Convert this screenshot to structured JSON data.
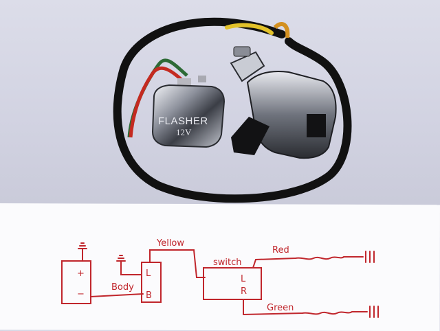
{
  "flasher": {
    "label": "FLASHER",
    "voltage": "12V"
  },
  "diagram": {
    "wire_yellow": "Yellow",
    "switch_label": "switch",
    "wire_red": "Red",
    "wire_green": "Green",
    "wire_body": "Body",
    "battery_plus": "+",
    "battery_minus": "−",
    "flasher_terminal_l": "L",
    "flasher_terminal_b": "B",
    "switch_terminal_l": "L",
    "switch_terminal_r": "R"
  },
  "colors": {
    "ink": "#c0262c",
    "cable": "#111111",
    "chrome": "#b9bcc6"
  }
}
